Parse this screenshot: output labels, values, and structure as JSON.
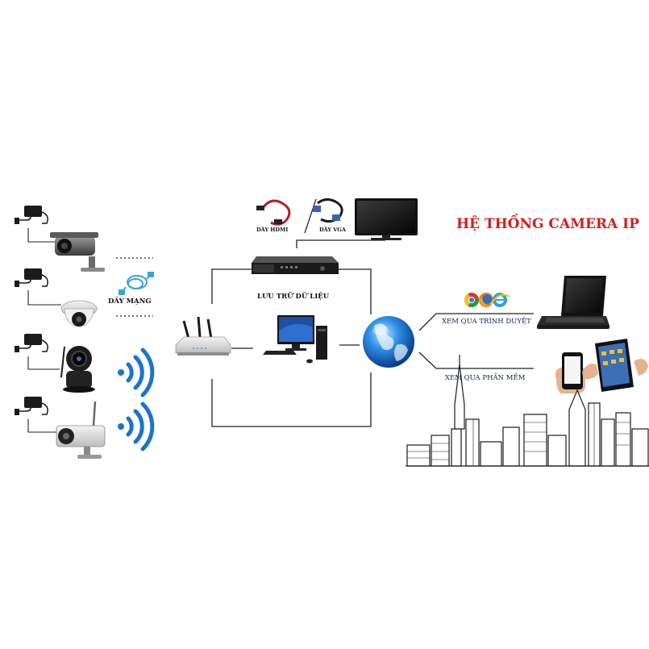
{
  "title": "HỆ THỐNG CAMERA IP",
  "labels": {
    "network_cable": "DÂY MẠNG",
    "hdmi_cable": "DÂY HDMI",
    "vga_cable": "DÂY VGA",
    "storage": "LƯU TRỮ DỮ LIỆU",
    "view_browser": "XEM QUA TRÌNH DUYỆT",
    "view_software": "XEM QUA PHẦN MỀM"
  },
  "colors": {
    "title": "#d0201c",
    "lines": "#222222",
    "globe": "#1a6fd1",
    "wifi": "#1a74c9",
    "cable": "#3aa3d8",
    "device_dark": "#1e1e1e"
  },
  "icons": [
    "power-adapter-icon",
    "bullet-camera-icon",
    "dome-camera-icon",
    "wireless-ptz-camera-icon",
    "wireless-bullet-camera-icon",
    "wifi-icon",
    "router-icon",
    "nvr-recorder-icon",
    "desktop-pc-icon",
    "tv-monitor-icon",
    "hdmi-cable-icon",
    "vga-cable-icon",
    "globe-internet-icon",
    "browser-logos-icon",
    "laptop-icon",
    "smartphone-icon",
    "tablet-icon",
    "city-skyline-icon"
  ]
}
